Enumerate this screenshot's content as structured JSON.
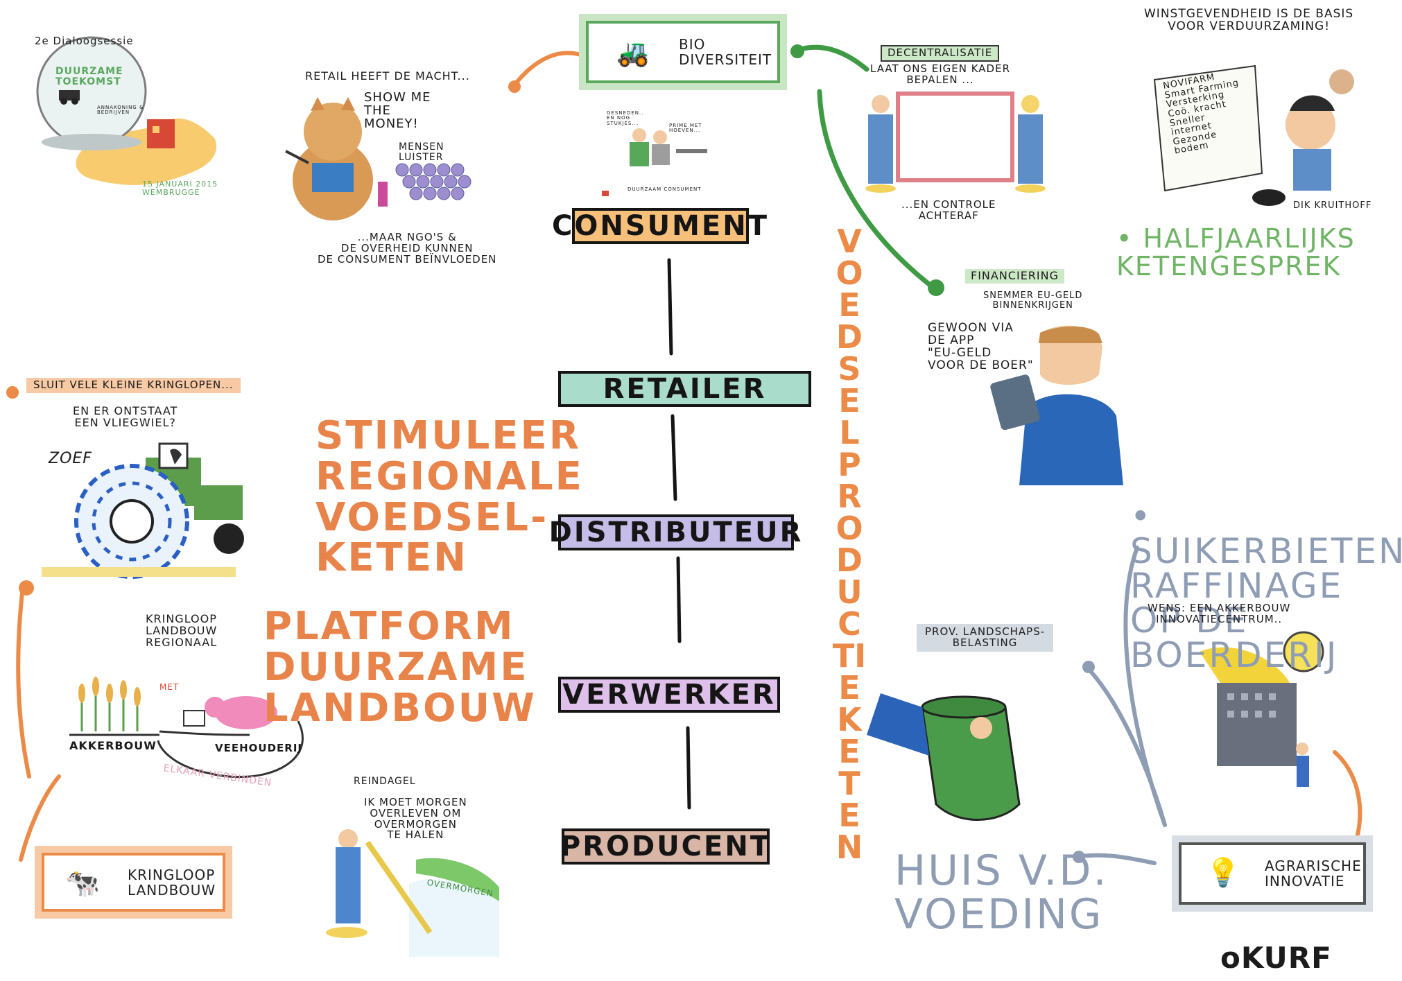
{
  "chain": {
    "title": "VOEDSELPRODUCTIEKETEN",
    "steps": [
      "CONSUMENT",
      "RETAILER",
      "DISTRIBUTEUR",
      "VERWERKER",
      "PRODUCENT"
    ],
    "colors": [
      "#f5b05a",
      "#5fb39a",
      "#9a8ed0",
      "#c79ad8",
      "#c49580"
    ]
  },
  "logos": {
    "biodiversiteit": "BIO\nDIVERSITEIT",
    "kringloop": "KRINGLOOP\nLANDBOUW",
    "agrarische": "AGRARISCHE\nINNOVATIE"
  },
  "top_left": {
    "session": "2e Dialoogsessie",
    "globe_title": "DUURZAME TOEKOMST",
    "globe_sub": "ANNAKONING & BEDRIJVEN",
    "date": "15 JANUARI 2015\nWEMBRUGGE"
  },
  "retail": {
    "heading": "RETAIL HEEFT DE MACHT...",
    "bubble": "SHOW ME\nTHE\nMONEY!",
    "mensen": "MENSEN\nLUISTER",
    "footer": "...MAAR NGO'S &\nDE OVERHEID KUNNEN\nDE CONSUMENT BEÏNVLOEDEN"
  },
  "decentral": {
    "tag": "DECENTRALISATIE",
    "line": "LAAT ONS EIGEN KADER\nBEPALEN ...",
    "control": "...EN CONTROLE\nACHTERAF"
  },
  "finance": {
    "tag": "FINANCIERING",
    "sub": "SNEMMER EU-GELD\nBINNENKRIJGEN",
    "bubble": "GEWOON VIA\nDE APP\n\"EU-GELD\nVOOR DE BOER\""
  },
  "top_right": {
    "heading": "WINSTGEVENDHEID IS DE BASIS\nVOOR VERDUURZAMING!",
    "scroll": "NOVIFARM\nSmart Farming\nVersterking\nCoö. kracht\nSneller\ninternet\nGezonde\nbodem",
    "signature": "DIK KRUITHOFF"
  },
  "halfjaarlijks": "• HALFJAARLIJKS\nKETENGESPREK",
  "kringlopen": {
    "tag": "SLUIT VELE KLEINE KRINGLOPEN...",
    "bubble": "EN ER ONTSTAAT\nEEN VLIEGWIEL?",
    "zoef": "ZOEF"
  },
  "stimuleer": "STIMULEER\nREGIONALE\nVOEDSEL-\nKETEN",
  "platform": "PLATFORM\nDUURZAME\nLANDBOUW",
  "cycle": {
    "title": "KRINGLOOP\nLANDBOUW\nREGIONAAL",
    "left": "AKKERBOUW",
    "right": "VEEHOUDERIJ",
    "met": "MET",
    "bottom": "ELKAAR VERBINDEN"
  },
  "farmer": {
    "name": "REINDAGEL",
    "bubble": "IK MOET MORGEN\nOVERLEVEN OM\nOVERMORGEN\nTE HALEN",
    "sign": "OVERMORGEN"
  },
  "sugar": {
    "title": "• SUIKERBIETEN\nRAFFINAGE\nOP DE BOERDERIJ",
    "wish": "WENS: EEN AKKERBOUW\nINNOVATIECENTRUM.."
  },
  "tax": "PROV. LANDSCHAPS-\nBELASTING",
  "huis": "HUIS V.D.\nVOEDING",
  "signature": "oKURF",
  "consumer_scene": {
    "left": "GESNEDEN..\nEN NOG\nSTUKJES...",
    "right": "PRIME MET\nHOEVEN...",
    "label": "DUURZAAM CONSUMENT"
  }
}
